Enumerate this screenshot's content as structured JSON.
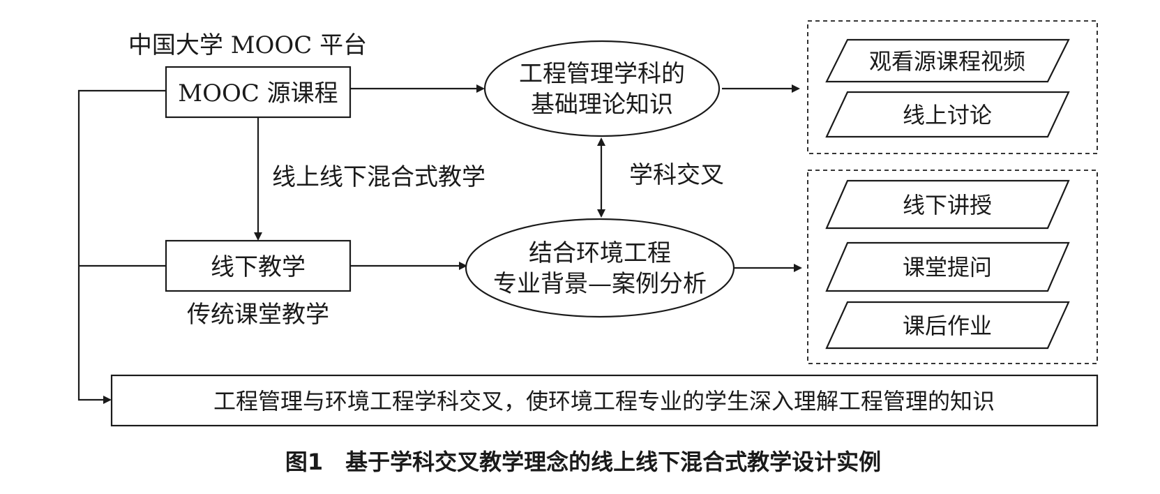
{
  "top_label": "中国大学 MOOC 平台",
  "mooc_box": "MOOC 源课程",
  "offline_box": "线下教学",
  "offline_sublabel": "传统课堂教学",
  "blended_label": "线上线下混合式教学",
  "cross_label": "学科交叉",
  "ellipse_theory": {
    "line1": "工程管理学科的",
    "line2": "基础理论知识"
  },
  "ellipse_case": {
    "line1": "结合环境工程",
    "line2": "专业背景—案例分析"
  },
  "online_activities": [
    "观看源课程视频",
    "线上讨论"
  ],
  "offline_activities": [
    "线下讲授",
    "课堂提问",
    "课后作业"
  ],
  "outcome_box": "工程管理与环境工程学科交叉，使环境工程专业的学生深入理解工程管理的知识",
  "caption": "图1　基于学科交叉教学理念的线上线下混合式教学设计实例"
}
